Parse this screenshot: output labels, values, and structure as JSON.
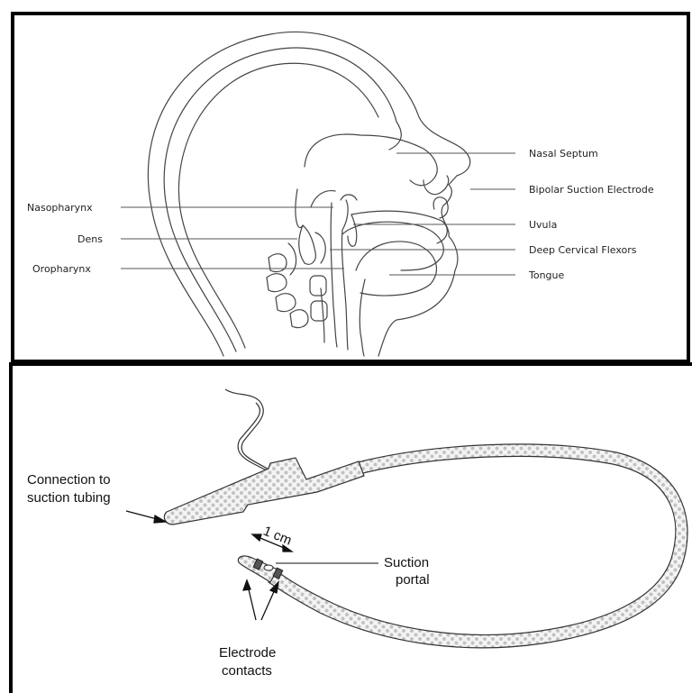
{
  "top_panel": {
    "labels": {
      "nasal_septum": "Nasal Septum",
      "bipolar_suction_electrode": "Bipolar Suction Electrode",
      "nasopharynx": "Nasopharynx",
      "uvula": "Uvula",
      "dens": "Dens",
      "deep_cervical_flexors": "Deep Cervical Flexors",
      "oropharynx": "Oropharynx",
      "tongue": "Tongue"
    }
  },
  "bottom_panel": {
    "labels": {
      "connection_line1": "Connection to",
      "connection_line2": "suction tubing",
      "distance": "1 cm",
      "suction_line1": "Suction",
      "suction_line2": "portal",
      "electrode_line1": "Electrode",
      "electrode_line2": "contacts"
    }
  }
}
